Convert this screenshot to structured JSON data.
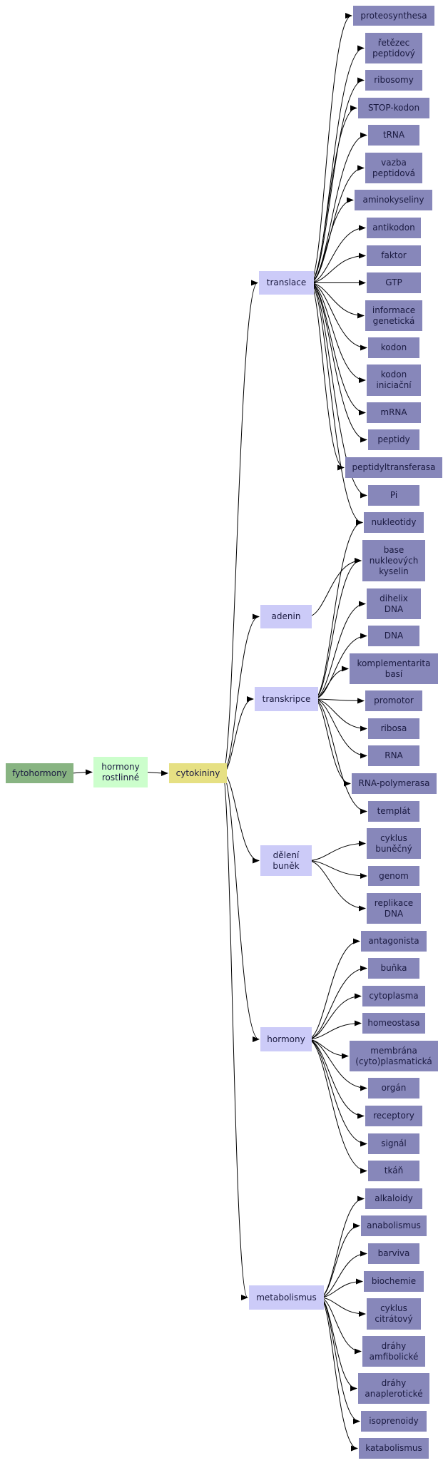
{
  "colors": {
    "root": "#88b482",
    "level1": "#ccfecc",
    "center": "#e6e083",
    "category": "#cccbf8",
    "leaf": "#8787ba",
    "edge": "#000000"
  },
  "nodes": [
    {
      "id": "fytohormony",
      "label": "fytohormony",
      "kind": "root"
    },
    {
      "id": "hormony-rostlinne",
      "label": "hormony\nrostlinné",
      "kind": "level1"
    },
    {
      "id": "cytokininy",
      "label": "cytokininy",
      "kind": "center"
    },
    {
      "id": "translace",
      "label": "translace",
      "kind": "category"
    },
    {
      "id": "adenin",
      "label": "adenin",
      "kind": "category"
    },
    {
      "id": "transkripce",
      "label": "transkripce",
      "kind": "category"
    },
    {
      "id": "deleni-bunek",
      "label": "dělení\nbuněk",
      "kind": "category"
    },
    {
      "id": "hormony",
      "label": "hormony",
      "kind": "category"
    },
    {
      "id": "metabolismus",
      "label": "metabolismus",
      "kind": "category"
    },
    {
      "id": "proteosynthesa",
      "label": "proteosynthesa",
      "kind": "leaf"
    },
    {
      "id": "retezec-peptidovy",
      "label": "řetězec\npeptidový",
      "kind": "leaf"
    },
    {
      "id": "ribosomy",
      "label": "ribosomy",
      "kind": "leaf"
    },
    {
      "id": "stop-kodon",
      "label": "STOP-kodon",
      "kind": "leaf"
    },
    {
      "id": "trna",
      "label": "tRNA",
      "kind": "leaf"
    },
    {
      "id": "vazba-peptidova",
      "label": "vazba\npeptidová",
      "kind": "leaf"
    },
    {
      "id": "aminokyseliny",
      "label": "aminokyseliny",
      "kind": "leaf"
    },
    {
      "id": "antikodon",
      "label": "antikodon",
      "kind": "leaf"
    },
    {
      "id": "faktor",
      "label": "faktor",
      "kind": "leaf"
    },
    {
      "id": "gtp",
      "label": "GTP",
      "kind": "leaf"
    },
    {
      "id": "informace-geneticka",
      "label": "informace\ngenetická",
      "kind": "leaf"
    },
    {
      "id": "kodon",
      "label": "kodon",
      "kind": "leaf"
    },
    {
      "id": "kodon-iniciacni",
      "label": "kodon\niniciační",
      "kind": "leaf"
    },
    {
      "id": "mrna",
      "label": "mRNA",
      "kind": "leaf"
    },
    {
      "id": "peptidy",
      "label": "peptidy",
      "kind": "leaf"
    },
    {
      "id": "peptidyltransferasa",
      "label": "peptidyltransferasa",
      "kind": "leaf"
    },
    {
      "id": "pi",
      "label": "Pi",
      "kind": "leaf"
    },
    {
      "id": "nukleotidy",
      "label": "nukleotidy",
      "kind": "leaf"
    },
    {
      "id": "base-nukleovych-kyselin",
      "label": "base\nnukleových\nkyselin",
      "kind": "leaf"
    },
    {
      "id": "dihelix-dna",
      "label": "dihelix\nDNA",
      "kind": "leaf"
    },
    {
      "id": "dna",
      "label": "DNA",
      "kind": "leaf"
    },
    {
      "id": "komplementarita-basi",
      "label": "komplementarita\nbasí",
      "kind": "leaf"
    },
    {
      "id": "promotor",
      "label": "promotor",
      "kind": "leaf"
    },
    {
      "id": "ribosa",
      "label": "ribosa",
      "kind": "leaf"
    },
    {
      "id": "rna",
      "label": "RNA",
      "kind": "leaf"
    },
    {
      "id": "rna-polymerasa",
      "label": "RNA-polymerasa",
      "kind": "leaf"
    },
    {
      "id": "templat",
      "label": "templát",
      "kind": "leaf"
    },
    {
      "id": "cyklus-bunecny",
      "label": "cyklus\nbuněčný",
      "kind": "leaf"
    },
    {
      "id": "genom",
      "label": "genom",
      "kind": "leaf"
    },
    {
      "id": "replikace-dna",
      "label": "replikace\nDNA",
      "kind": "leaf"
    },
    {
      "id": "antagonista",
      "label": "antagonista",
      "kind": "leaf"
    },
    {
      "id": "bunka",
      "label": "buňka",
      "kind": "leaf"
    },
    {
      "id": "cytoplasma",
      "label": "cytoplasma",
      "kind": "leaf"
    },
    {
      "id": "homeostasa",
      "label": "homeostasa",
      "kind": "leaf"
    },
    {
      "id": "membrana",
      "label": "membrána\n(cyto)plasmatická",
      "kind": "leaf"
    },
    {
      "id": "organ",
      "label": "orgán",
      "kind": "leaf"
    },
    {
      "id": "receptory",
      "label": "receptory",
      "kind": "leaf"
    },
    {
      "id": "signal",
      "label": "signál",
      "kind": "leaf"
    },
    {
      "id": "tkan",
      "label": "tkáň",
      "kind": "leaf"
    },
    {
      "id": "alkaloidy",
      "label": "alkaloidy",
      "kind": "leaf"
    },
    {
      "id": "anabolismus",
      "label": "anabolismus",
      "kind": "leaf"
    },
    {
      "id": "barviva",
      "label": "barviva",
      "kind": "leaf"
    },
    {
      "id": "biochemie",
      "label": "biochemie",
      "kind": "leaf"
    },
    {
      "id": "cyklus-citratovy",
      "label": "cyklus\ncitrátový",
      "kind": "leaf"
    },
    {
      "id": "drahy-amfibolicke",
      "label": "dráhy\namfibolické",
      "kind": "leaf"
    },
    {
      "id": "drahy-anaplerotické",
      "label": "dráhy\nanaplerotické",
      "kind": "leaf"
    },
    {
      "id": "isoprenoidy",
      "label": "isoprenoidy",
      "kind": "leaf"
    },
    {
      "id": "katabolismus",
      "label": "katabolismus",
      "kind": "leaf"
    }
  ],
  "edges": [
    [
      "fytohormony",
      "hormony-rostlinne"
    ],
    [
      "hormony-rostlinne",
      "cytokininy"
    ],
    [
      "cytokininy",
      "translace"
    ],
    [
      "cytokininy",
      "adenin"
    ],
    [
      "cytokininy",
      "transkripce"
    ],
    [
      "cytokininy",
      "deleni-bunek"
    ],
    [
      "cytokininy",
      "hormony"
    ],
    [
      "cytokininy",
      "metabolismus"
    ],
    [
      "translace",
      "proteosynthesa"
    ],
    [
      "translace",
      "retezec-peptidovy"
    ],
    [
      "translace",
      "ribosomy"
    ],
    [
      "translace",
      "stop-kodon"
    ],
    [
      "translace",
      "trna"
    ],
    [
      "translace",
      "vazba-peptidova"
    ],
    [
      "translace",
      "aminokyseliny"
    ],
    [
      "translace",
      "antikodon"
    ],
    [
      "translace",
      "faktor"
    ],
    [
      "translace",
      "gtp"
    ],
    [
      "translace",
      "informace-geneticka"
    ],
    [
      "translace",
      "kodon"
    ],
    [
      "translace",
      "kodon-iniciacni"
    ],
    [
      "translace",
      "mrna"
    ],
    [
      "translace",
      "peptidy"
    ],
    [
      "translace",
      "peptidyltransferasa"
    ],
    [
      "translace",
      "pi"
    ],
    [
      "translace",
      "nukleotidy"
    ],
    [
      "adenin",
      "base-nukleovych-kyselin"
    ],
    [
      "transkripce",
      "nukleotidy"
    ],
    [
      "transkripce",
      "base-nukleovych-kyselin"
    ],
    [
      "transkripce",
      "dihelix-dna"
    ],
    [
      "transkripce",
      "dna"
    ],
    [
      "transkripce",
      "komplementarita-basi"
    ],
    [
      "transkripce",
      "promotor"
    ],
    [
      "transkripce",
      "ribosa"
    ],
    [
      "transkripce",
      "rna"
    ],
    [
      "transkripce",
      "rna-polymerasa"
    ],
    [
      "transkripce",
      "templat"
    ],
    [
      "deleni-bunek",
      "cyklus-bunecny"
    ],
    [
      "deleni-bunek",
      "genom"
    ],
    [
      "deleni-bunek",
      "replikace-dna"
    ],
    [
      "hormony",
      "antagonista"
    ],
    [
      "hormony",
      "bunka"
    ],
    [
      "hormony",
      "cytoplasma"
    ],
    [
      "hormony",
      "homeostasa"
    ],
    [
      "hormony",
      "membrana"
    ],
    [
      "hormony",
      "organ"
    ],
    [
      "hormony",
      "receptory"
    ],
    [
      "hormony",
      "signal"
    ],
    [
      "hormony",
      "tkan"
    ],
    [
      "metabolismus",
      "alkaloidy"
    ],
    [
      "metabolismus",
      "anabolismus"
    ],
    [
      "metabolismus",
      "barviva"
    ],
    [
      "metabolismus",
      "biochemie"
    ],
    [
      "metabolismus",
      "cyklus-citratovy"
    ],
    [
      "metabolismus",
      "drahy-amfibolicke"
    ],
    [
      "metabolismus",
      "drahy-anaplerotické"
    ],
    [
      "metabolismus",
      "isoprenoidy"
    ],
    [
      "metabolismus",
      "katabolismus"
    ]
  ]
}
